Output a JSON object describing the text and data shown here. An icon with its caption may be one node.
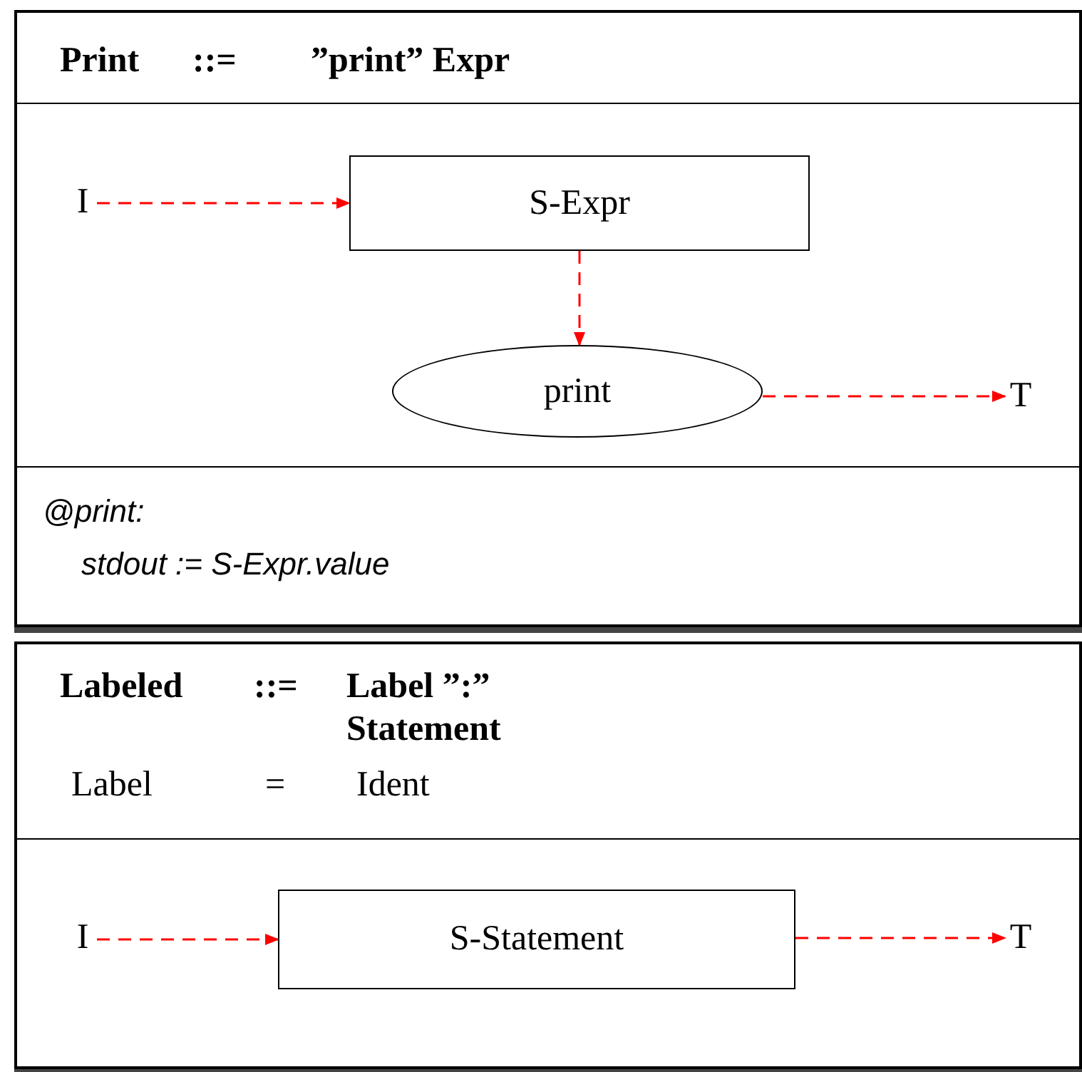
{
  "diagram": {
    "nodes": [
      {
        "text": [
          "Print",
          "::=",
          "”print” Expr"
        ]
      },
      {
        "text": [],
        "shape": "box"
      },
      {
        "text": [
          "I"
        ],
        "in": 1
      },
      {
        "text": [
          "S-Expr"
        ],
        "in": 1
      },
      {
        "text": [
          "print"
        ],
        "in": 1
      },
      {
        "text": [
          "T"
        ],
        "in": 1
      },
      {
        "text": [
          "@print:",
          "stdout := S-Expr.value"
        ]
      },
      {
        "text": [
          "Labeled",
          "::=",
          "Label ”:” Statement",
          "Label",
          "=",
          "Ident"
        ]
      },
      {
        "text": [],
        "shape": "box"
      },
      {
        "text": [
          "I"
        ],
        "in": 8
      },
      {
        "text": [
          "S-Statement"
        ],
        "in": 8
      },
      {
        "text": [
          "T"
        ],
        "in": 8
      }
    ],
    "edges": [
      {
        "from": 2,
        "to": 3,
        "arrow": "to",
        "style": "dashed"
      },
      {
        "from": 3,
        "to": 4,
        "arrow": "to",
        "style": "dashed"
      },
      {
        "from": 4,
        "to": 5,
        "arrow": "to",
        "style": "dashed"
      },
      {
        "from": 9,
        "to": 10,
        "arrow": "to",
        "style": "dashed"
      },
      {
        "from": 10,
        "to": 11,
        "arrow": "to",
        "style": "dashed"
      }
    ]
  }
}
